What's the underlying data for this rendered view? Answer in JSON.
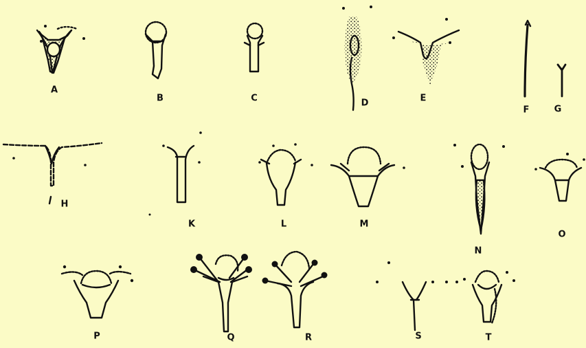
{
  "colors": {
    "background": "#fbfbc6",
    "ink": "#111111"
  },
  "figures": [
    {
      "id": "A",
      "label": "A"
    },
    {
      "id": "B",
      "label": "B"
    },
    {
      "id": "C",
      "label": "C"
    },
    {
      "id": "D",
      "label": "D"
    },
    {
      "id": "E",
      "label": "E"
    },
    {
      "id": "F",
      "label": "F"
    },
    {
      "id": "G",
      "label": "G"
    },
    {
      "id": "H",
      "label": "H"
    },
    {
      "id": "K",
      "label": "K"
    },
    {
      "id": "L",
      "label": "L"
    },
    {
      "id": "M",
      "label": "M"
    },
    {
      "id": "N",
      "label": "N"
    },
    {
      "id": "O",
      "label": "O"
    },
    {
      "id": "P",
      "label": "P"
    },
    {
      "id": "Q",
      "label": "Q"
    },
    {
      "id": "R",
      "label": "R"
    },
    {
      "id": "S",
      "label": "S"
    },
    {
      "id": "T",
      "label": "T"
    }
  ]
}
